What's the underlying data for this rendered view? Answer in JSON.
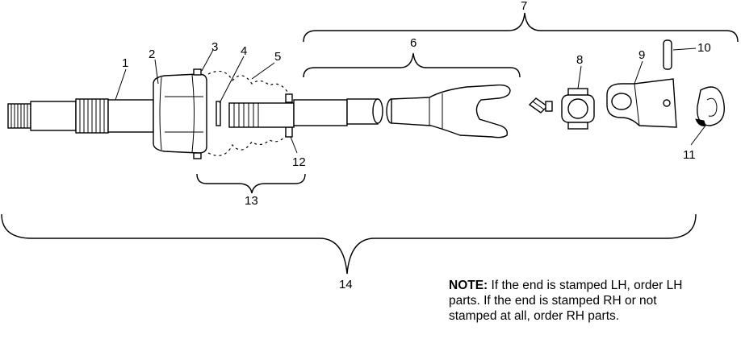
{
  "callouts": {
    "c1": "1",
    "c2": "2",
    "c3": "3",
    "c4": "4",
    "c5": "5",
    "c6": "6",
    "c7": "7",
    "c8": "8",
    "c9": "9",
    "c10": "10",
    "c11": "11",
    "c12": "12",
    "c13": "13",
    "c14": "14"
  },
  "note": {
    "heading": "NOTE:",
    "text": "If the end is stamped LH, order LH parts.  If the end is stamped RH or not stamped at all, order RH parts."
  }
}
